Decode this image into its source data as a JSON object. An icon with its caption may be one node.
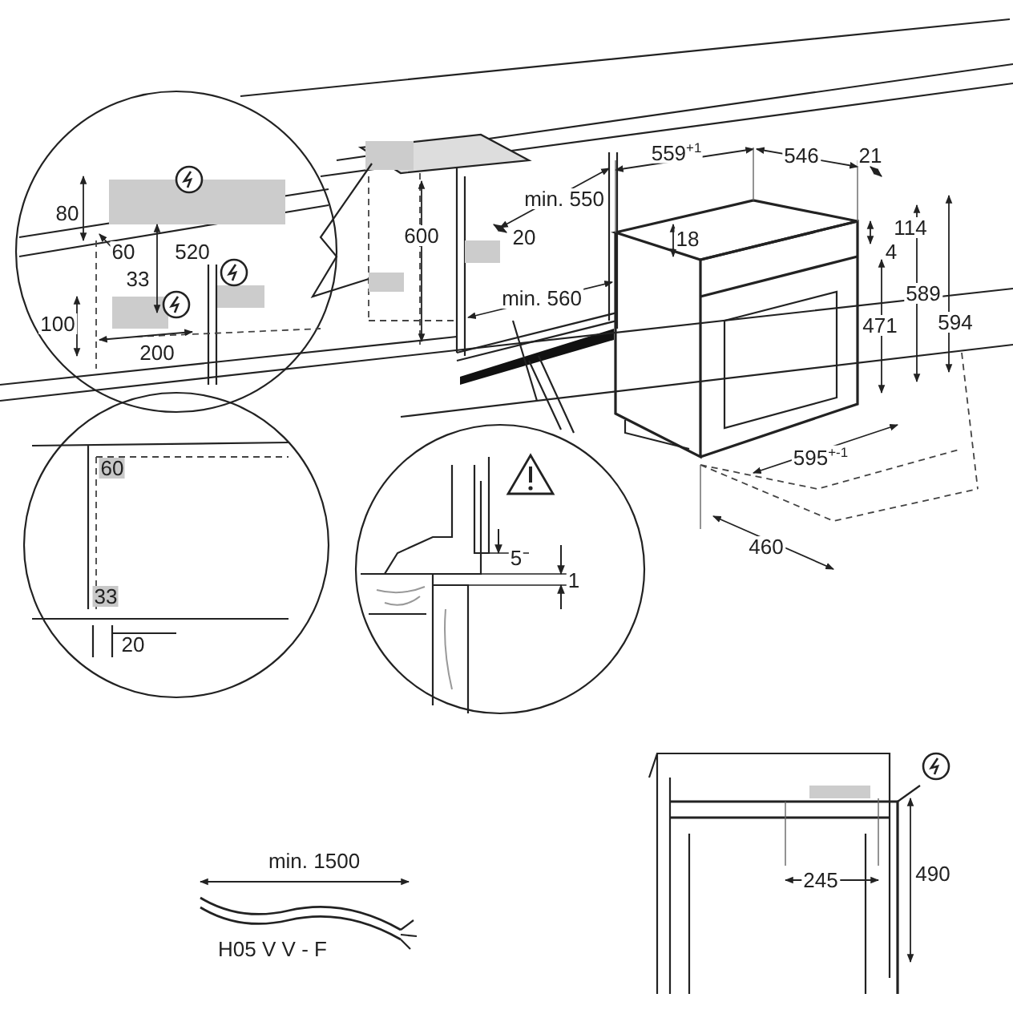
{
  "diagram": {
    "labels": [
      "80",
      "60",
      "520",
      "33",
      "100",
      "200",
      "600",
      "min. 550",
      "20",
      "min. 560",
      "559$^{+1}$",
      "546",
      "21",
      "18",
      "114",
      "4",
      "589",
      "471",
      "594",
      "595$^{+-1}$",
      "460",
      "60",
      "33",
      "20",
      "5",
      "1",
      "245",
      "490",
      "min. 1500",
      "H05 V V - F"
    ]
  }
}
